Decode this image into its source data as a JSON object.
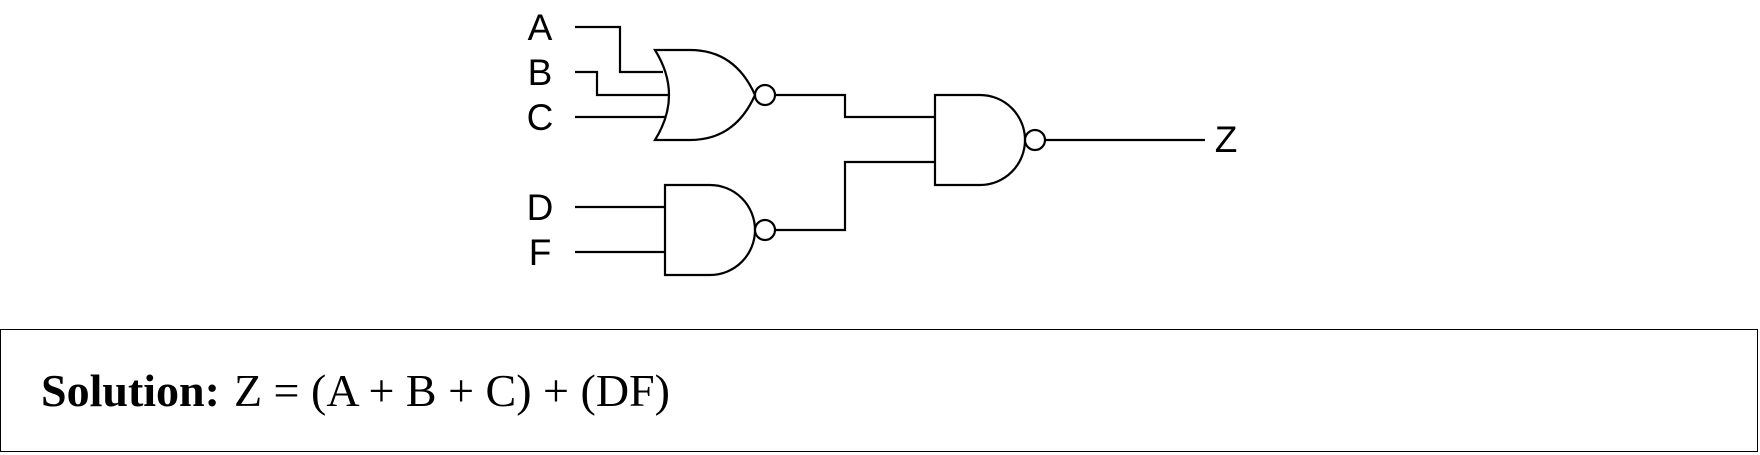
{
  "inputs": {
    "a": "A",
    "b": "B",
    "c": "C",
    "d": "D",
    "f": "F"
  },
  "output": "Z",
  "gates": [
    {
      "id": "gate1",
      "type": "NOR",
      "inputs": [
        "A",
        "B",
        "C"
      ]
    },
    {
      "id": "gate2",
      "type": "NAND",
      "inputs": [
        "D",
        "F"
      ]
    },
    {
      "id": "gate3",
      "type": "NAND",
      "inputs": [
        "gate1",
        "gate2"
      ],
      "output": "Z"
    }
  ],
  "solution": {
    "label": "Solution:",
    "expression": "Z = (A + B + C) + (DF)"
  }
}
